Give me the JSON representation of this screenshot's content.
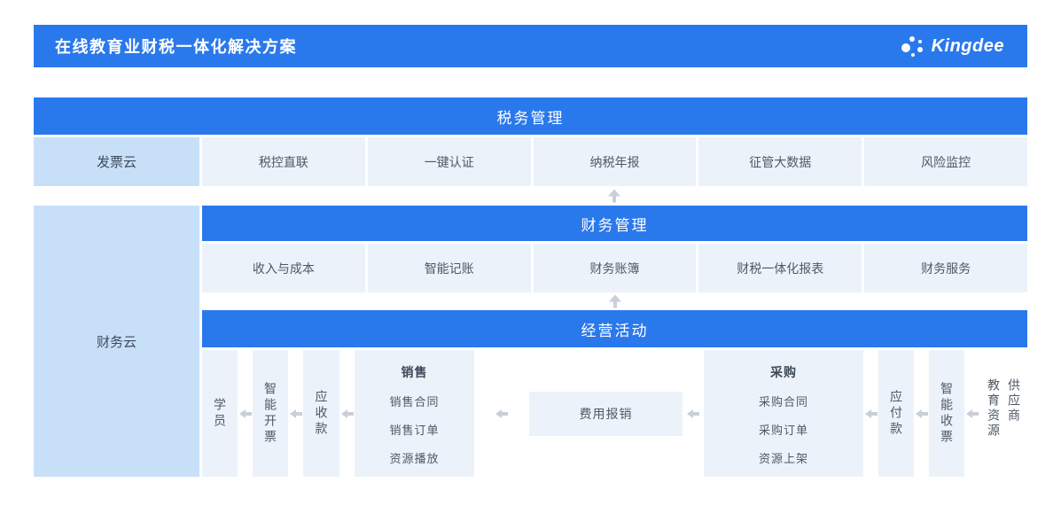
{
  "header": {
    "title": "在线教育业财税一体化解决方案",
    "brand": "Kingdee"
  },
  "tax": {
    "title": "税务管理",
    "left": "发票云",
    "items": [
      "税控直联",
      "一键认证",
      "纳税年报",
      "征管大数据",
      "风险监控"
    ]
  },
  "finance_cloud_label": "财务云",
  "finance": {
    "title": "财务管理",
    "items": [
      "收入与成本",
      "智能记账",
      "财务账簿",
      "财税一体化报表",
      "财务服务"
    ]
  },
  "operations": {
    "title": "经营活动",
    "student": "学员",
    "smart_invoicing": "智能开票",
    "receivables": "应收款",
    "sales": {
      "title": "销售",
      "items": [
        "销售合同",
        "销售订单",
        "资源播放"
      ]
    },
    "expense": "费用报销",
    "procurement": {
      "title": "采购",
      "items": [
        "采购合同",
        "采购订单",
        "资源上架"
      ]
    },
    "payables": "应付款",
    "smart_receipt": "智能收票",
    "supplier": "教育资源供应商"
  },
  "colors": {
    "primary": "#2A79EC",
    "panel": "#C8DFF8",
    "cell": "#EBF2FA",
    "arrow": "#C9CFD8",
    "text": "#4E5866",
    "text-dark": "#3E4A5A"
  }
}
